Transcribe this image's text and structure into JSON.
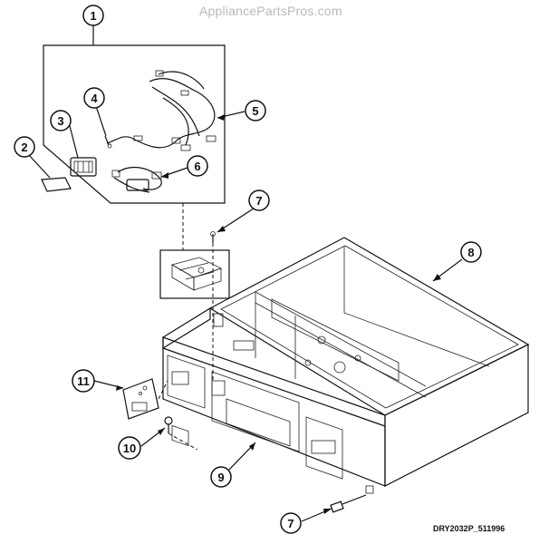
{
  "watermark": "AppliancePartsPros.com",
  "diagram_code": "DRY2032P_511996",
  "callouts": [
    {
      "id": "callout-1",
      "label": "1"
    },
    {
      "id": "callout-2",
      "label": "2"
    },
    {
      "id": "callout-3",
      "label": "3"
    },
    {
      "id": "callout-4",
      "label": "4"
    },
    {
      "id": "callout-5",
      "label": "5"
    },
    {
      "id": "callout-6",
      "label": "6"
    },
    {
      "id": "callout-7a",
      "label": "7"
    },
    {
      "id": "callout-8",
      "label": "8"
    },
    {
      "id": "callout-9",
      "label": "9"
    },
    {
      "id": "callout-10",
      "label": "10"
    },
    {
      "id": "callout-11",
      "label": "11"
    },
    {
      "id": "callout-7b",
      "label": "7"
    }
  ]
}
